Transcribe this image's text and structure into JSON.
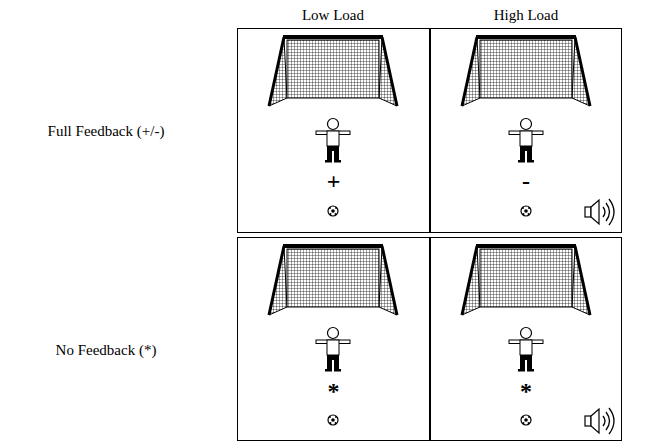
{
  "diagram": {
    "nodes": [
      {
        "text": [
          "+"
        ]
      },
      {
        "text": [
          "-"
        ]
      },
      {
        "text": [
          "*"
        ]
      },
      {
        "text": [
          "*"
        ]
      }
    ],
    "labels": [
      "Low Load",
      "High Load",
      "Full Feedback (+/-)",
      "No Feedback (*)"
    ]
  }
}
